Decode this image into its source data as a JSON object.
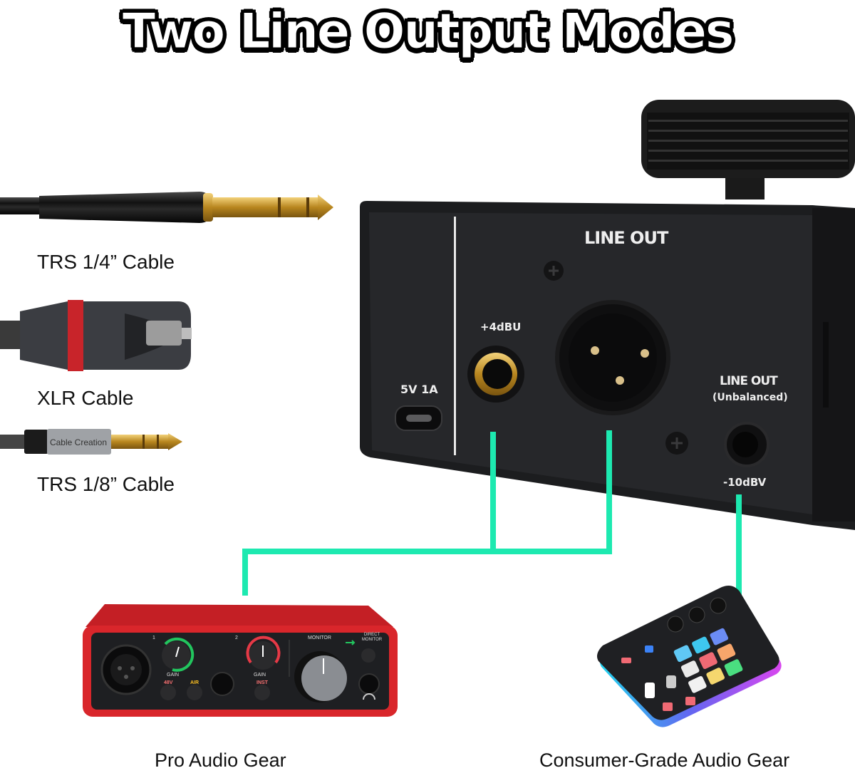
{
  "title": "Two Line Output Modes",
  "cables": [
    {
      "label": "TRS 1/4” Cable",
      "icon": "trs-quarter-inch-plug-icon"
    },
    {
      "label": "XLR Cable",
      "icon": "xlr-female-plug-icon"
    },
    {
      "label": "TRS 1/8” Cable",
      "icon": "trs-eighth-inch-plug-icon",
      "brand_text": "Cable Creation"
    }
  ],
  "device": {
    "usb_label": "5V 1A",
    "trs_level_label": "+4dBU",
    "line_out_label": "LINE OUT",
    "unbalanced_title": "LINE OUT",
    "unbalanced_subtitle": "(Unbalanced)",
    "unbalanced_level_label": "-10dBV"
  },
  "pro_gear": {
    "label": "Pro Audio Gear",
    "ch1_number": "1",
    "ch2_number": "2",
    "gain_label": "GAIN",
    "btn_48v": "48V",
    "btn_air": "AIR",
    "btn_inst": "INST",
    "monitor_label": "MONITOR",
    "direct_monitor_label": "DIRECT MONITOR"
  },
  "consumer_gear": {
    "label": "Consumer-Grade Audio Gear"
  },
  "colors": {
    "connector_line": "#1de9b0",
    "device_body": "#1e1f21",
    "interface_red": "#d9262b",
    "gold": "#d9a93a"
  }
}
